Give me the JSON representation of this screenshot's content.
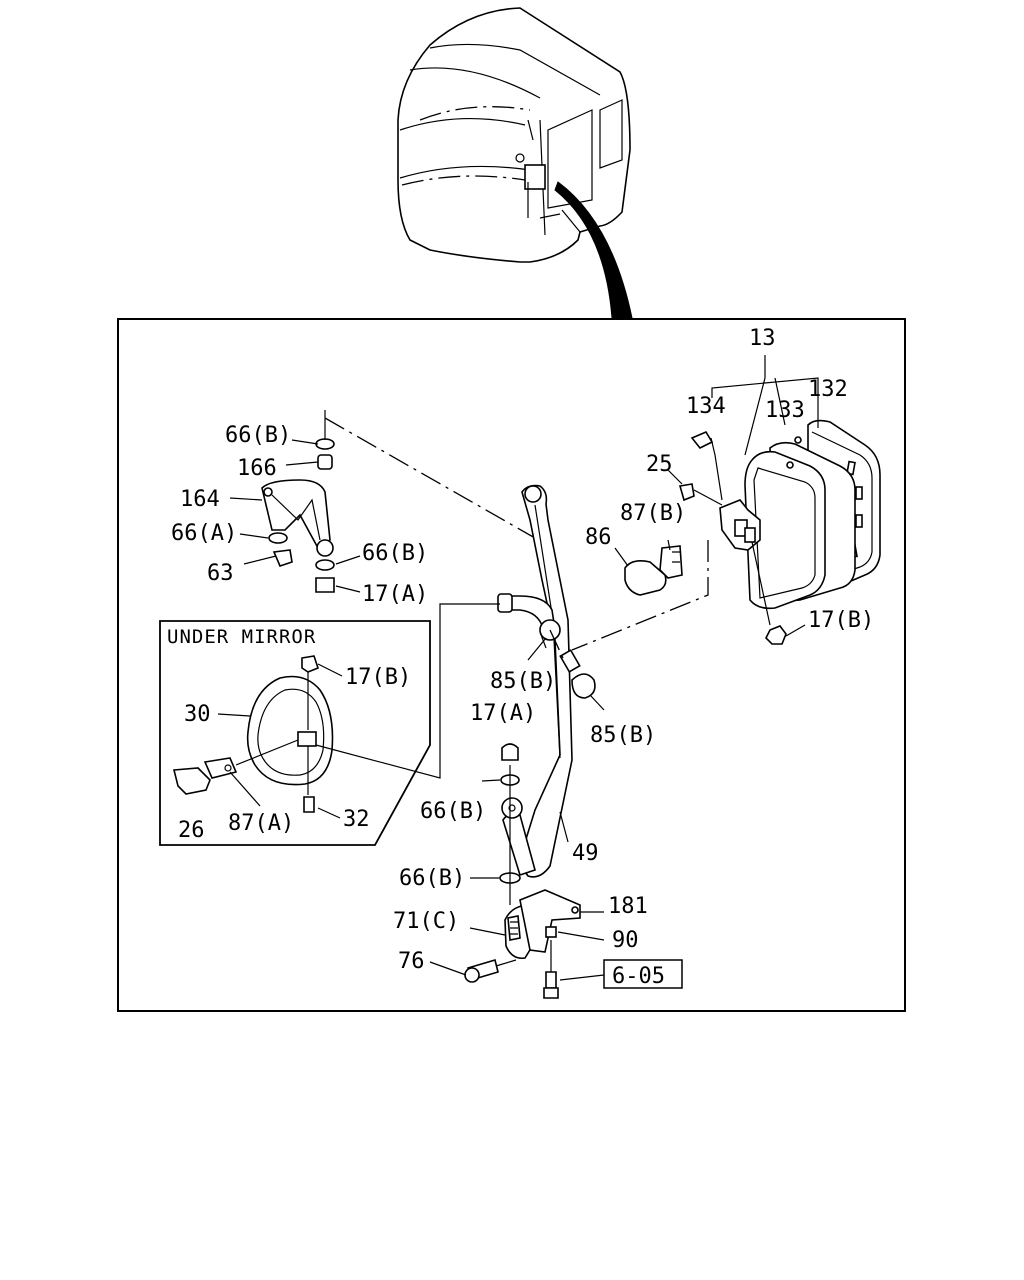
{
  "inset": {
    "title": "UNDER MIRROR"
  },
  "labels": {
    "p13": "13",
    "p132": "132",
    "p133": "133",
    "p134": "134",
    "p25": "25",
    "p87b": "87(B)",
    "p86": "86",
    "p17b_right": "17(B)",
    "p66b_top": "66(B)",
    "p166": "166",
    "p164": "164",
    "p66a": "66(A)",
    "p63": "63",
    "p66b_mid": "66(B)",
    "p17a_top": "17(A)",
    "p17b_inset": "17(B)",
    "p30": "30",
    "p26": "26",
    "p87a": "87(A)",
    "p32": "32",
    "p85b_left": "85(B)",
    "p85b_right": "85(B)",
    "p17a_mid": "17(A)",
    "p66b_lower": "66(B)",
    "p49": "49",
    "p66b_bottom": "66(B)",
    "p71c": "71(C)",
    "p181": "181",
    "p90": "90",
    "p76": "76",
    "ref605": "6-05"
  }
}
